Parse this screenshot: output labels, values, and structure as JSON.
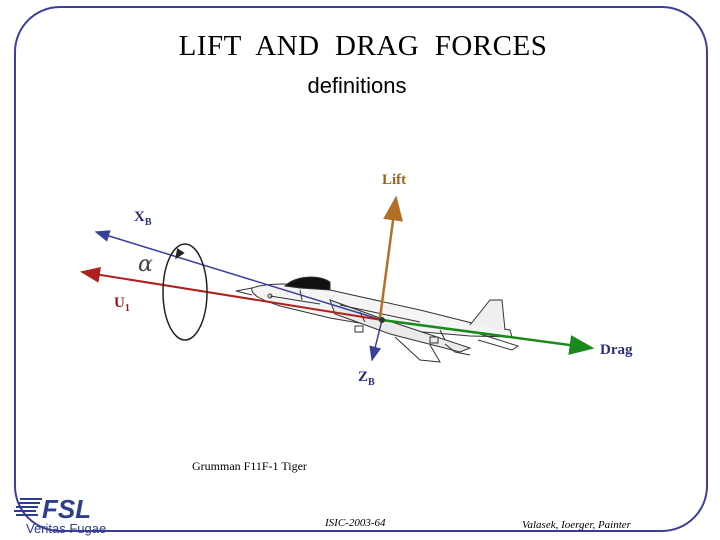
{
  "slide": {
    "title": "LIFT  AND  DRAG  FORCES",
    "subtitle": "definitions"
  },
  "diagram": {
    "labels": {
      "lift": "Lift",
      "xb_main": "X",
      "xb_sub": "B",
      "u1": "U",
      "u1_sub": "1",
      "drag": "Drag",
      "zb_main": "Z",
      "zb_sub": "B",
      "alpha": "α"
    },
    "colors": {
      "lift": "#b46f22",
      "drag": "#1b8a1b",
      "body_axis": "#3a3f9a",
      "velocity": "#b01e1e"
    },
    "aircraft_caption": "Grumman F11F-1 Tiger"
  },
  "footer": {
    "logo_text": "FSL",
    "logo_tagline": "Veritas Fugae",
    "center": "ISIC-2003-64",
    "right": "Valasek, Ioerger, Painter"
  }
}
